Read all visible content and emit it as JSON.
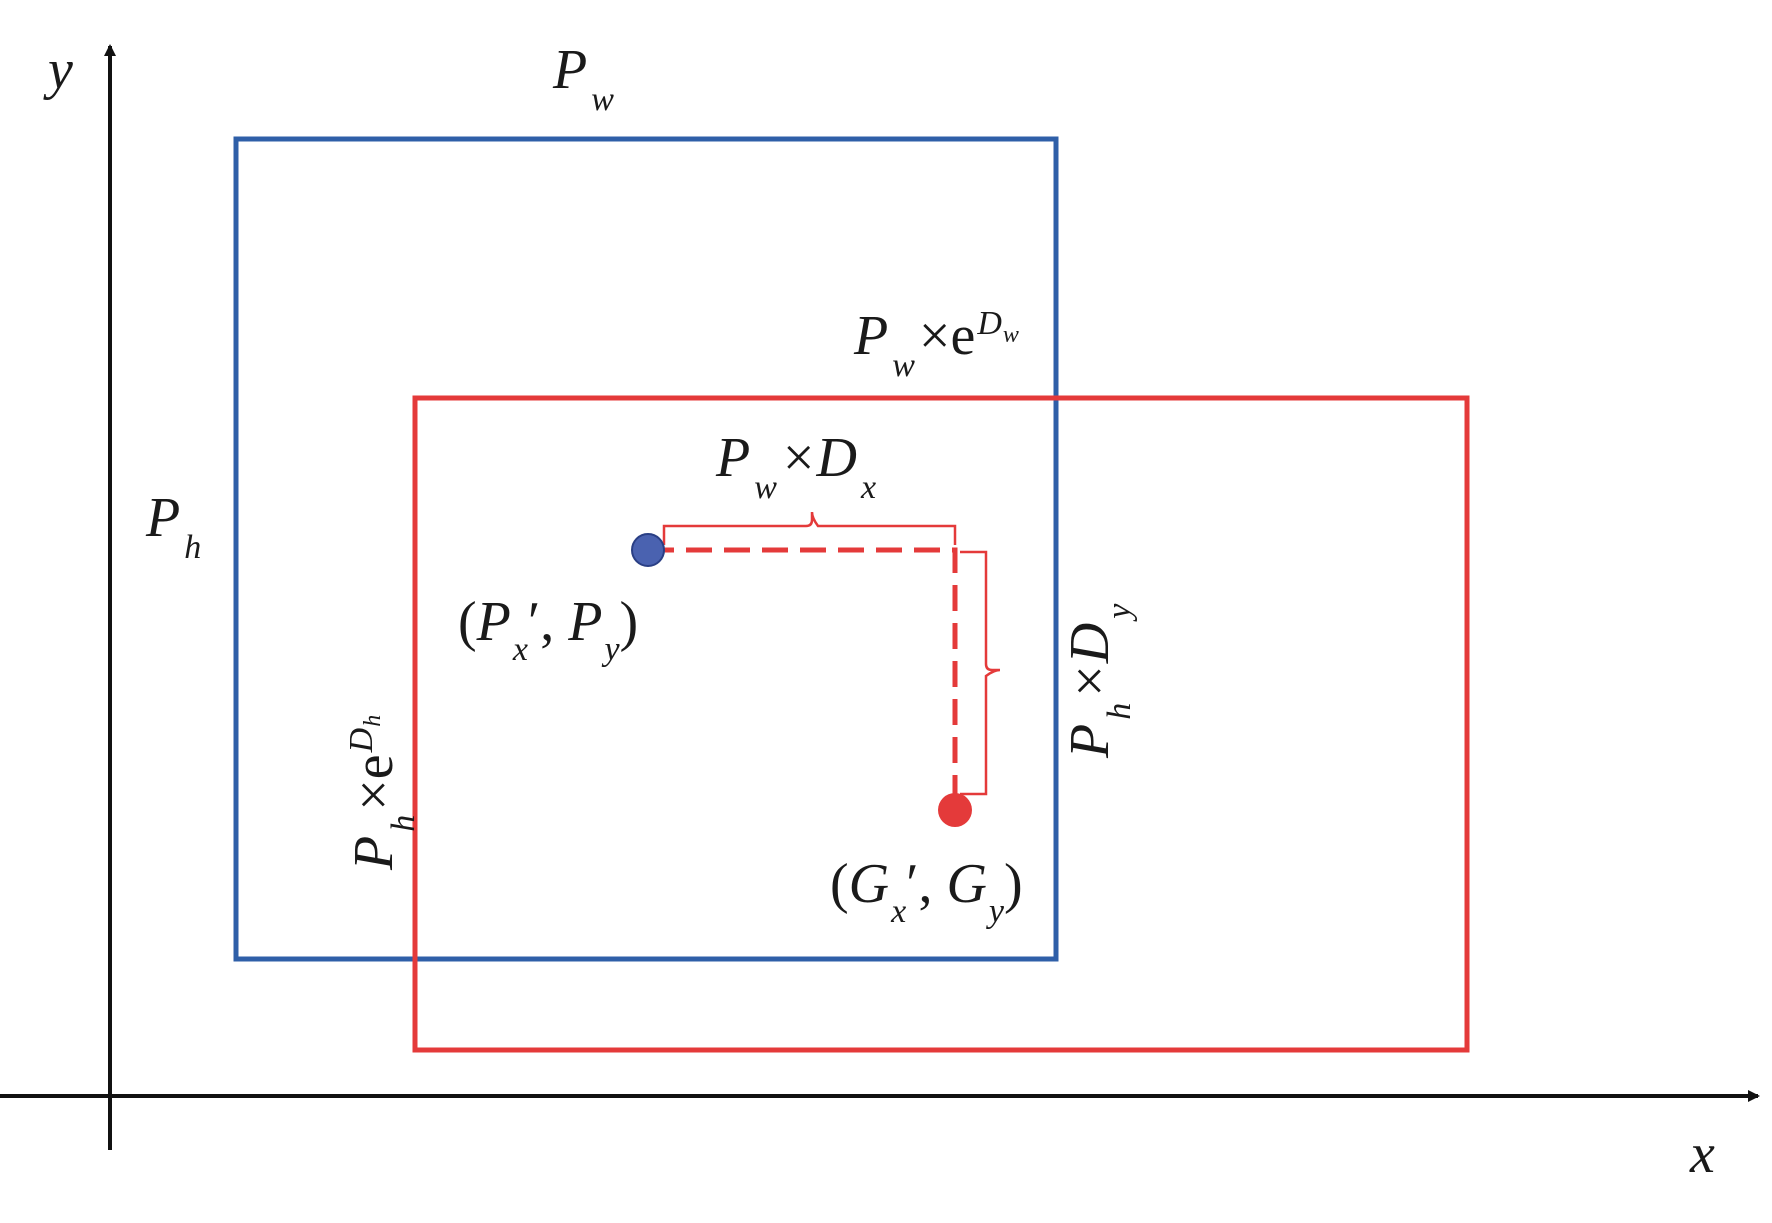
{
  "colors": {
    "axis": "#111111",
    "predicted_box": "#2f5fa8",
    "ground_truth_box": "#e43a3a",
    "predicted_center": "#4a62b0",
    "ground_truth_center": "#e43a3a"
  },
  "axes": {
    "x_label": "x",
    "y_label": "y"
  },
  "labels": {
    "pw": {
      "main": "P",
      "sub": "w"
    },
    "ph": {
      "main": "P",
      "sub": "h"
    },
    "pw_exp": {
      "main": "P",
      "sub": "w",
      "op": "×e",
      "sup": "D",
      "sup_sub": "w"
    },
    "ph_exp": {
      "main": "P",
      "sub": "h",
      "op": "×e",
      "sup": "D",
      "sup_sub": "h"
    },
    "pw_dx": {
      "main": "P",
      "sub": "w",
      "op": "×",
      "var": "D",
      "var_sub": "x"
    },
    "ph_dy": {
      "main": "P",
      "sub": "h",
      "op": "×",
      "var": "D",
      "var_sub": "y"
    },
    "p_center": {
      "open": "(",
      "a": "P",
      "a_sub": "x",
      "sep": "′, ",
      "b": "P",
      "b_sub": "y",
      "close": ")"
    },
    "g_center": {
      "open": "(",
      "a": "G",
      "a_sub": "x",
      "sep": "′, ",
      "b": "G",
      "b_sub": "y",
      "close": ")"
    }
  }
}
